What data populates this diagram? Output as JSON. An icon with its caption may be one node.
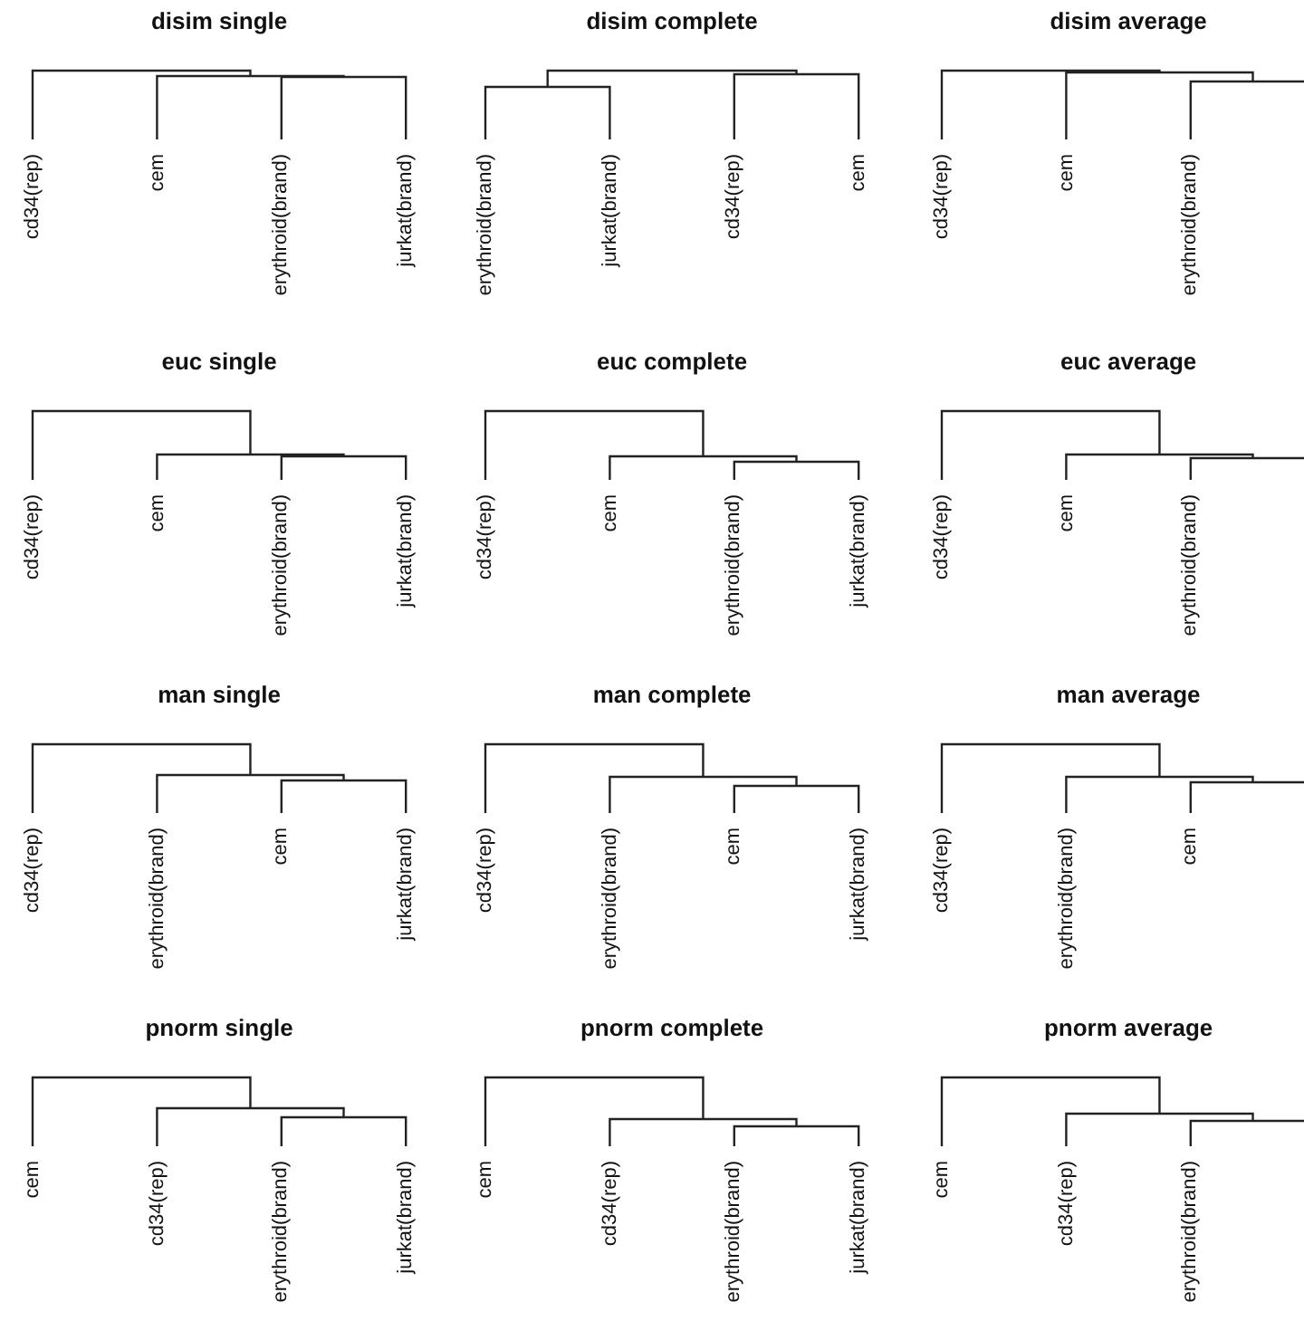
{
  "diagram": {
    "labels": [
      "disim single",
      "disim complete",
      "disim average",
      "cd34(rep)",
      "cem",
      "erythroid(brand)",
      "jurkat(brand)",
      "erythroid(brand)",
      "jurkat(brand)",
      "cd34(rep)",
      "cem",
      "cd34(rep)",
      "cem",
      "erythroid(brand)",
      "euc single",
      "euc complete",
      "euc average",
      "cd34(rep)",
      "cem",
      "erythroid(brand)",
      "jurkat(brand)",
      "cd34(rep)",
      "cem",
      "erythroid(brand)",
      "jurkat(brand)",
      "cd34(rep)",
      "cem",
      "erythroid(brand)",
      "man single",
      "man complete",
      "man average",
      "cd34(rep)",
      "erythroid(brand)",
      "cem",
      "jurkat(brand)",
      "cd34(rep)",
      "erythroid(brand)",
      "cem",
      "jurkat(brand)",
      "cd34(rep)",
      "erythroid(brand)",
      "cem",
      "pnorm single",
      "pnorm complete",
      "pnorm average",
      "cem",
      "cd34(rep)",
      "erythroid(brand)",
      "jurkat(brand)",
      "cem",
      "cd34(rep)",
      "erythroid(brand)",
      "jurkat(brand)",
      "cem",
      "cd34(rep)",
      "erythroid(brand)"
    ]
  }
}
